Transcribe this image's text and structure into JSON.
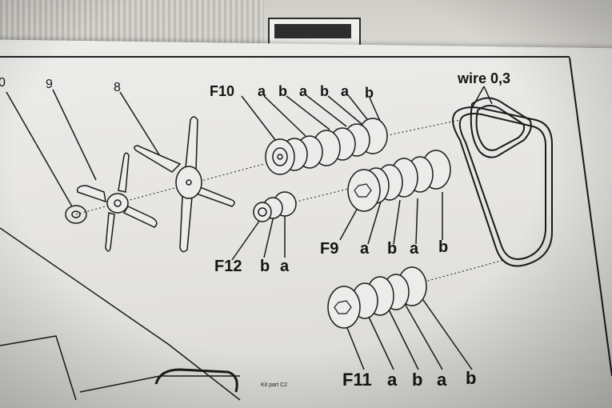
{
  "labels": {
    "part_0": "0",
    "part_9": "9",
    "part_8": "8",
    "f10": "F10",
    "f10_letters": [
      "a",
      "b",
      "a",
      "b",
      "a",
      "b"
    ],
    "wire": "wire 0,3",
    "f12": "F12",
    "f12_letters": [
      "b",
      "a"
    ],
    "f9": "F9",
    "f9_letters": [
      "a",
      "b",
      "a",
      "b"
    ],
    "f11": "F11",
    "f11_letters": [
      "a",
      "b",
      "a",
      "b"
    ],
    "kit_note": "Kit part C2"
  },
  "colors": {
    "ink": "#141414",
    "paper": "#e8e7e4",
    "background": "#4a4844"
  }
}
